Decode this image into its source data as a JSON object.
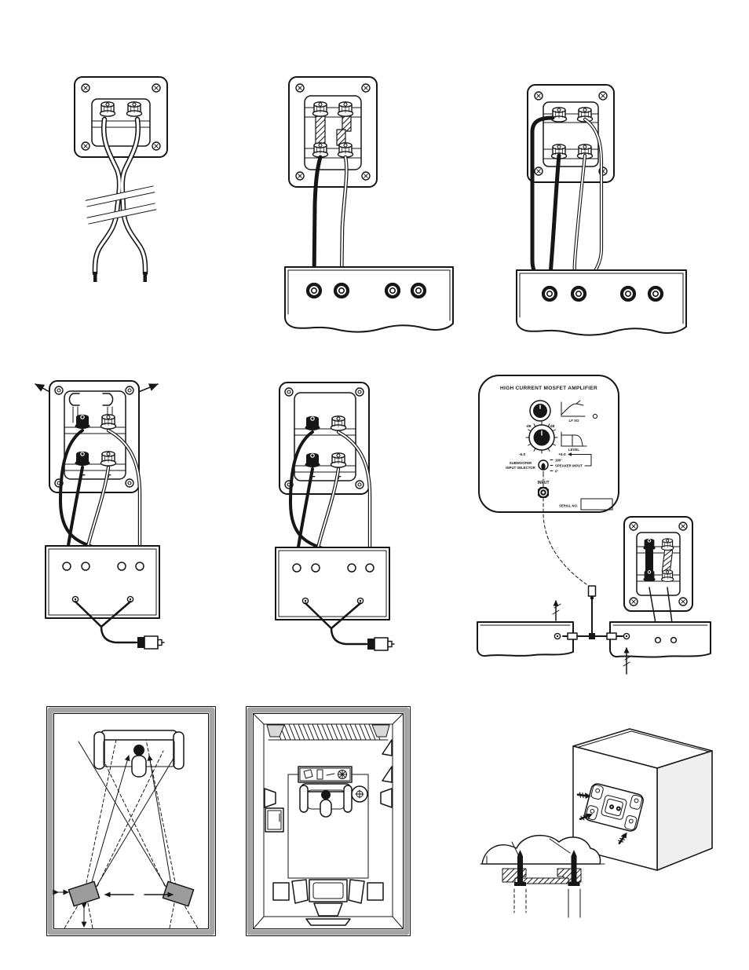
{
  "colors": {
    "ink": "#161616",
    "frame_gray": "#a5a5a5",
    "speaker_gray": "#9c9c9c",
    "corner_speaker_gray": "#d9d9d9",
    "cabinet_side_gray": "#efefef",
    "background": "#ffffff"
  },
  "amp_panel": {
    "title": "HIGH CURRENT MOSFET AMPLIFIER",
    "knob1_left_mark": "-dB",
    "knob1_right_mark": "-dB",
    "graph1_label": "LF XO",
    "graph2_label": "LEVEL",
    "level_left_mark": "-6.0",
    "level_right_mark": "+6.0",
    "selector_line1": "SUBWOOFER",
    "selector_line2": "INPUT SELECTOR",
    "switch_pos_top": "180°",
    "switch_pos_mid": "SPEAKER INPUT",
    "switch_pos_bottom": "0°",
    "input_label": "INPUT",
    "serial_label": "SERIAL NO."
  },
  "plate": {
    "minus": "−",
    "plus": "+"
  },
  "figures": {
    "fig1": "terminal-plate-bare-wire-diagram",
    "fig2": "terminal-plate-to-amplifier-diagram",
    "fig3": "terminal-plate-bi-wire-diagram",
    "fig4": "jumper-removal-connection-diagram",
    "fig5": "bi-amp-connection-diagram",
    "fig6": "subwoofer-amplifier-hookup-diagram",
    "fig7": "speaker-placement-toe-in-diagram",
    "fig8": "room-layout-diagram",
    "fig9": "wall-mount-bracket-diagram"
  }
}
